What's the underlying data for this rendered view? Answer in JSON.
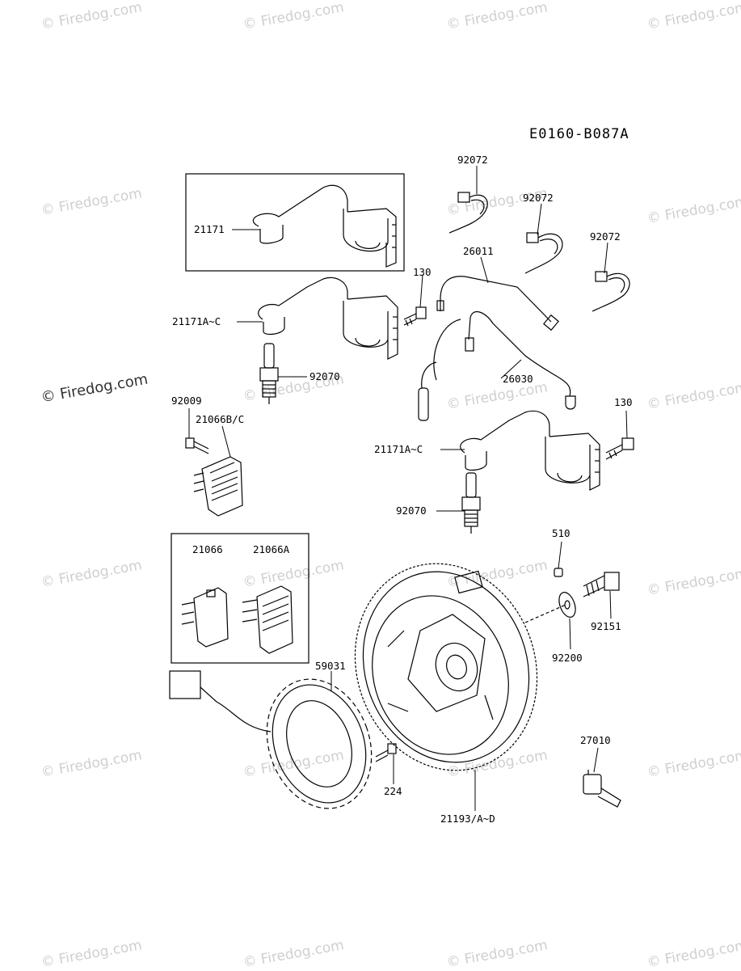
{
  "diagram_code": "E0160-B087A",
  "watermark": "© Firedog.com",
  "labels": {
    "l21171": "21171",
    "l21171ac_top": "21171A~C",
    "l21171ac_right": "21171A~C",
    "l92072_a": "92072",
    "l92072_b": "92072",
    "l92072_c": "92072",
    "l26011": "26011",
    "l130_left": "130",
    "l130_right": "130",
    "l26030": "26030",
    "l92070_top": "92070",
    "l92070_right": "92070",
    "l92009": "92009",
    "l21066bc": "21066B/C",
    "l21066": "21066",
    "l21066a": "21066A",
    "l510": "510",
    "l92151": "92151",
    "l92200": "92200",
    "l59031": "59031",
    "l27010": "27010",
    "l224": "224",
    "l21193": "21193/A~D"
  }
}
